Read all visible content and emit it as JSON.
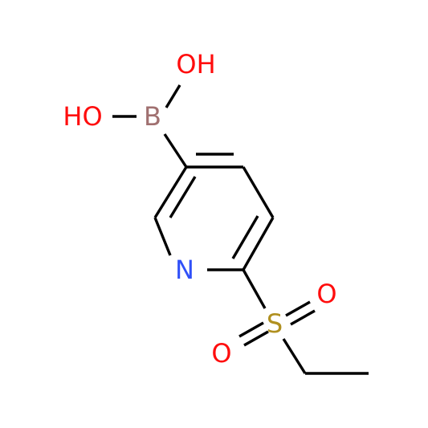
{
  "molecule": {
    "atoms": {
      "oh_top": {
        "text": "OH",
        "color": "#ff0d0d"
      },
      "oh_left": {
        "text": "HO",
        "color": "#ff0d0d"
      },
      "boron": {
        "text": "B",
        "color": "#a07070"
      },
      "nitrogen": {
        "text": "N",
        "color": "#3050f8"
      },
      "sulfur": {
        "text": "S",
        "color": "#b09020"
      },
      "oxygen_right": {
        "text": "O",
        "color": "#ff0d0d"
      },
      "oxygen_left": {
        "text": "O",
        "color": "#ff0d0d"
      }
    }
  }
}
